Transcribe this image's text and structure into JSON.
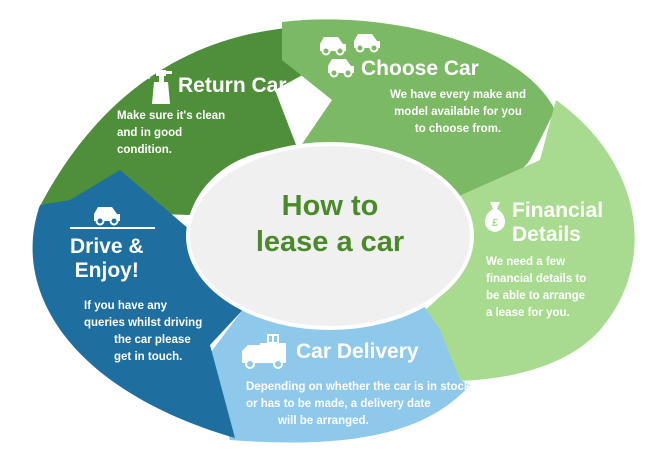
{
  "center": {
    "line1": "How to",
    "line2": "lease a car"
  },
  "steps": [
    {
      "id": "choose-car",
      "title": "Choose Car",
      "desc": [
        "We have every make and",
        "model available for you",
        "to choose from."
      ],
      "color": "#7cb964",
      "icon": "cars-icon"
    },
    {
      "id": "financial-details",
      "title": [
        "Financial",
        "Details"
      ],
      "desc": [
        "We need a few",
        "financial details to",
        "be able to arrange",
        "a lease for you."
      ],
      "color": "#a8db8f",
      "icon": "money-bag-icon"
    },
    {
      "id": "car-delivery",
      "title": "Car Delivery",
      "desc": [
        "Depending on whether the car is in stock",
        "or has to be made, a delivery date",
        "will be arranged."
      ],
      "color": "#8ec9ec",
      "icon": "delivery-truck-icon"
    },
    {
      "id": "drive-enjoy",
      "title": [
        "Drive &",
        "Enjoy!"
      ],
      "desc": [
        "If you have any",
        "queries whilst driving",
        "the car please",
        "get in touch."
      ],
      "color": "#1e6fa0",
      "icon": "car-icon"
    },
    {
      "id": "return-car",
      "title": "Return Car",
      "desc": [
        "Make sure it's clean",
        "and in good",
        "condition."
      ],
      "color": "#4f8f3a",
      "icon": "spray-bottle-icon"
    }
  ],
  "colors": {
    "center_fill": "#f0f0f0",
    "center_text": "#4a8a2a"
  }
}
